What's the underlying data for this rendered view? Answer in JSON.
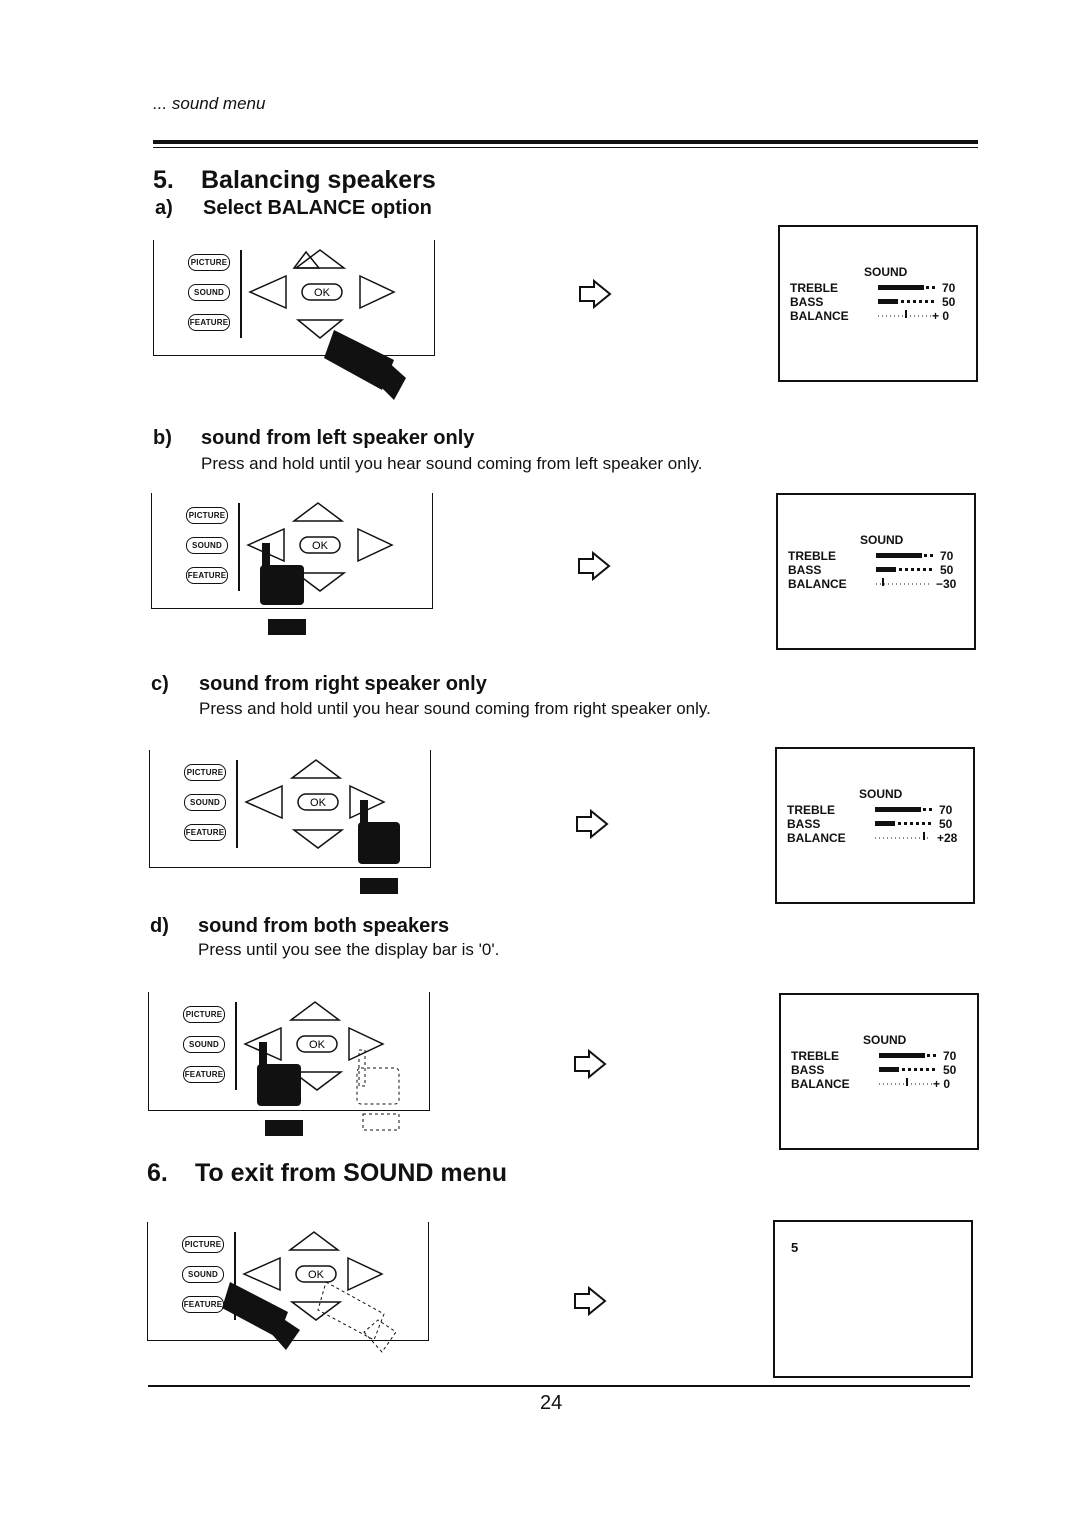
{
  "running_head": "... sound menu",
  "section5": {
    "num": "5.",
    "title": "Balancing speakers",
    "steps": [
      {
        "num": "a)",
        "title": "Select BALANCE option",
        "text": ""
      },
      {
        "num": "b)",
        "title": "sound from left speaker only",
        "text": "Press and hold until you hear sound coming from left speaker only."
      },
      {
        "num": "c)",
        "title": "sound from right speaker only",
        "text": "Press and hold until you hear sound coming from right speaker only."
      },
      {
        "num": "d)",
        "title": "sound from both speakers",
        "text": "Press until you see the display bar is '0'."
      }
    ]
  },
  "section6": {
    "num": "6.",
    "title": "To exit from SOUND menu"
  },
  "remote": {
    "picture": "PICTURE",
    "sound": "SOUND",
    "feature": "FEATURE",
    "ok": "OK"
  },
  "osd": {
    "title": "SOUND",
    "labels": {
      "treble": "TREBLE",
      "bass": "BASS",
      "balance": "BALANCE"
    },
    "screens": [
      {
        "treble": "70",
        "bass": "50",
        "balance": "+ 0"
      },
      {
        "treble": "70",
        "bass": "50",
        "balance": "−30"
      },
      {
        "treble": "70",
        "bass": "50",
        "balance": "+28"
      },
      {
        "treble": "70",
        "bass": "50",
        "balance": "+ 0"
      }
    ],
    "exit_screen": "5"
  },
  "page_number": "24",
  "colors": {
    "ink": "#111111",
    "paper": "#ffffff"
  }
}
